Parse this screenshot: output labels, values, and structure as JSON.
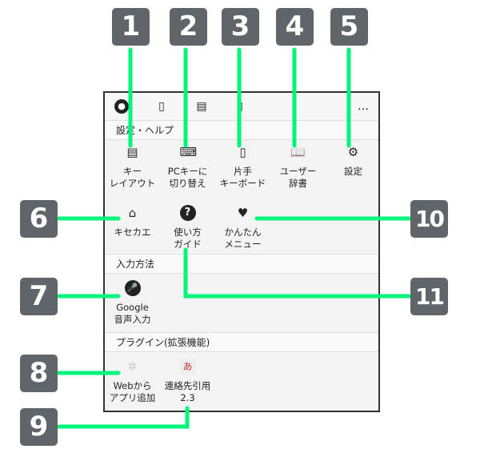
{
  "colors": {
    "callout_line": "#00f57a",
    "badge": "#5f6569",
    "panel_border": "#333333"
  },
  "toolbar": {
    "icons": [
      "microphone-icon",
      "one-hand-icon",
      "keyboard-icon",
      "clipboard-icon",
      "more-icon"
    ],
    "more": "…"
  },
  "section_settings": "設定・ヘルプ",
  "settings_items": [
    {
      "label": "キー\nレイアウト",
      "icon": "keyboard-layout-icon",
      "glyph": "▤"
    },
    {
      "label": "PCキーに\n切り替え",
      "icon": "pc-keyboard-icon",
      "glyph": "⌨"
    },
    {
      "label": "片手\nキーボード",
      "icon": "one-hand-keyboard-icon",
      "glyph": "▯"
    },
    {
      "label": "ユーザー\n辞書",
      "icon": "user-dictionary-icon",
      "glyph": "📖"
    },
    {
      "label": "設定",
      "icon": "gear-icon",
      "glyph": "⚙"
    },
    {
      "label": "キセカエ",
      "icon": "theme-icon",
      "glyph": "⌂"
    },
    {
      "label": "使い方\nガイド",
      "icon": "help-icon",
      "glyph": "?"
    },
    {
      "label": "かんたん\nメニュー",
      "icon": "beginner-mark-icon",
      "glyph": "♥"
    }
  ],
  "section_input": "入力方法",
  "input_items": [
    {
      "label": "Google\n音声入力",
      "icon": "microphone-icon",
      "glyph": "🎤"
    }
  ],
  "section_plugin": "プラグイン(拡張機能)",
  "plugin_items": [
    {
      "label": "Webから\nアプリ追加",
      "icon": "puzzle-icon",
      "glyph": "✲"
    },
    {
      "label": "連絡先引用\n2.3",
      "icon": "contacts-plugin-icon",
      "glyph": "あ"
    }
  ],
  "callouts": [
    "1",
    "2",
    "3",
    "4",
    "5",
    "6",
    "7",
    "8",
    "9",
    "10",
    "11"
  ]
}
